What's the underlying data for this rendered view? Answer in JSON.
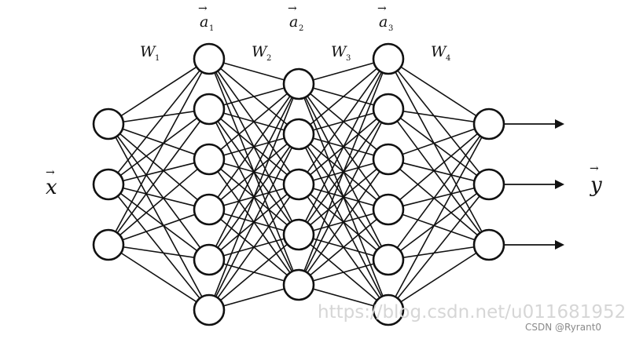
{
  "diagram": {
    "layers": [
      {
        "name": "input",
        "nodes": 3
      },
      {
        "name": "hidden-1",
        "nodes": 6
      },
      {
        "name": "hidden-2",
        "nodes": 5
      },
      {
        "name": "hidden-3",
        "nodes": 6
      },
      {
        "name": "output",
        "nodes": 3
      }
    ],
    "connectivity": "fully-connected",
    "input_label": "x",
    "output_label": "y",
    "activation_labels": [
      {
        "base": "a",
        "sub": "1"
      },
      {
        "base": "a",
        "sub": "2"
      },
      {
        "base": "a",
        "sub": "3"
      }
    ],
    "weight_labels": [
      {
        "base": "W",
        "sub": "1"
      },
      {
        "base": "W",
        "sub": "2"
      },
      {
        "base": "W",
        "sub": "3"
      },
      {
        "base": "W",
        "sub": "4"
      }
    ],
    "output_arrows": 3
  },
  "watermark": "https://blog.csdn.net/u011681952",
  "credit": "CSDN @Ryrant0",
  "colors": {
    "stroke": "#111111",
    "node_fill": "#ffffff",
    "watermark": "#d6d6d6",
    "credit": "#8a8a8a"
  }
}
